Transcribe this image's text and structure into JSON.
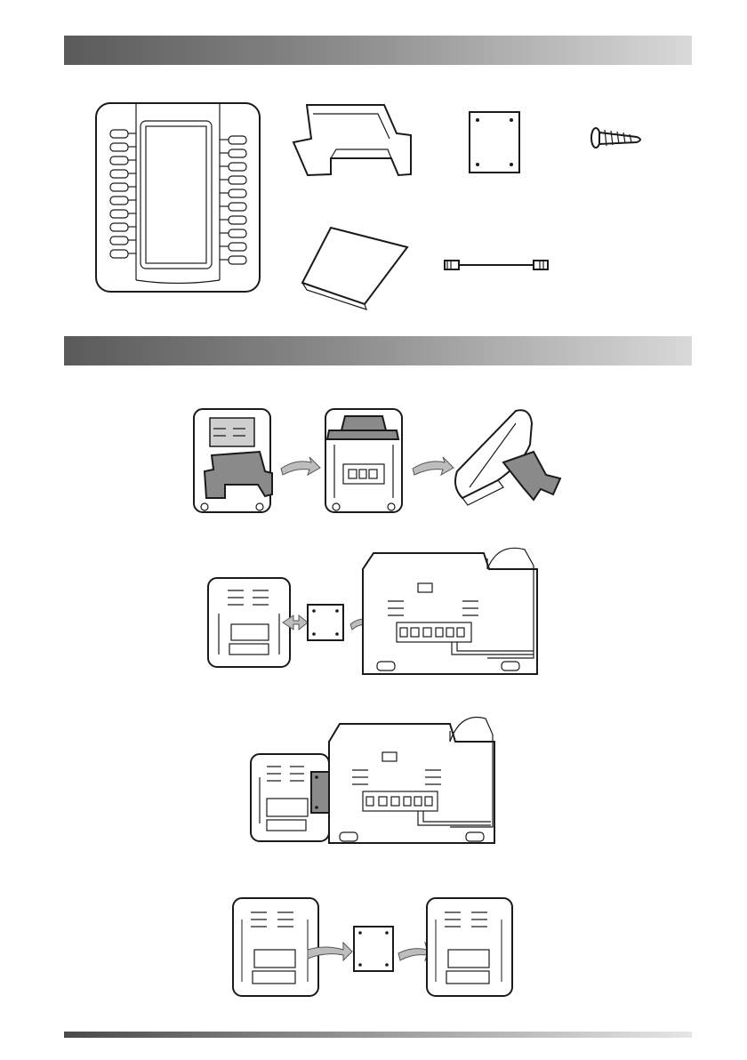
{
  "sections": [
    {
      "heading": ""
    },
    {
      "heading": ""
    }
  ],
  "package_items": [
    {
      "icon": "expansion-module-icon"
    },
    {
      "icon": "stand-bracket-icon"
    },
    {
      "icon": "connecting-plate-icon"
    },
    {
      "icon": "screw-icon"
    },
    {
      "icon": "quick-guide-icon"
    },
    {
      "icon": "ethernet-cable-icon"
    }
  ],
  "assembly_steps": [
    {
      "icon": "attach-stand-illustration"
    },
    {
      "icon": "connect-plate-to-phone-illustration"
    },
    {
      "icon": "joined-module-and-phone-illustration"
    },
    {
      "icon": "connect-two-modules-illustration"
    }
  ],
  "colors": {
    "bar_dark": "#5a5a5a",
    "bar_light": "#d9d9d9",
    "line": "#1a1a1a",
    "arrow": "#bdbdbd"
  }
}
